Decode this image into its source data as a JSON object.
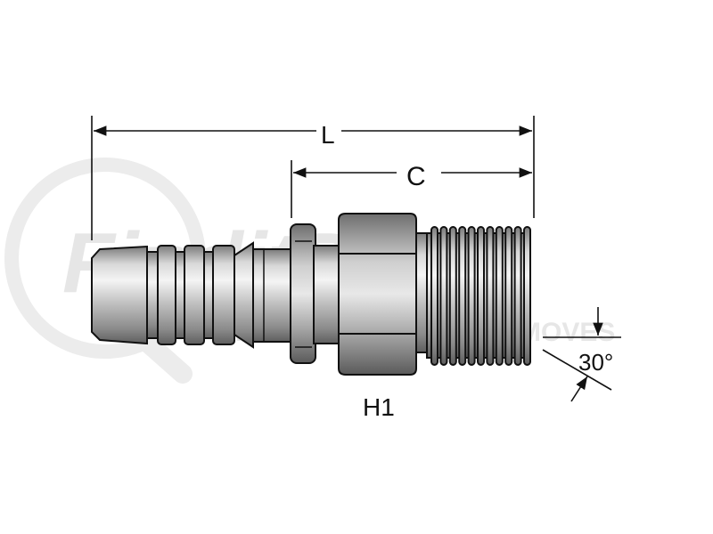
{
  "watermark": {
    "brand": "FinditParts",
    "tagline": "FOR EVERYTHING THAT MOVES"
  },
  "dimensions": {
    "overall_length_label": "L",
    "cutoff_length_label": "C",
    "hex_label": "H1",
    "angle_label": "30°"
  },
  "colors": {
    "line": "#111111",
    "metal_light": "#e9e9e9",
    "metal_mid": "#a8a8a8",
    "metal_dark": "#5a5a5a",
    "watermark": "#e6e6e6"
  }
}
